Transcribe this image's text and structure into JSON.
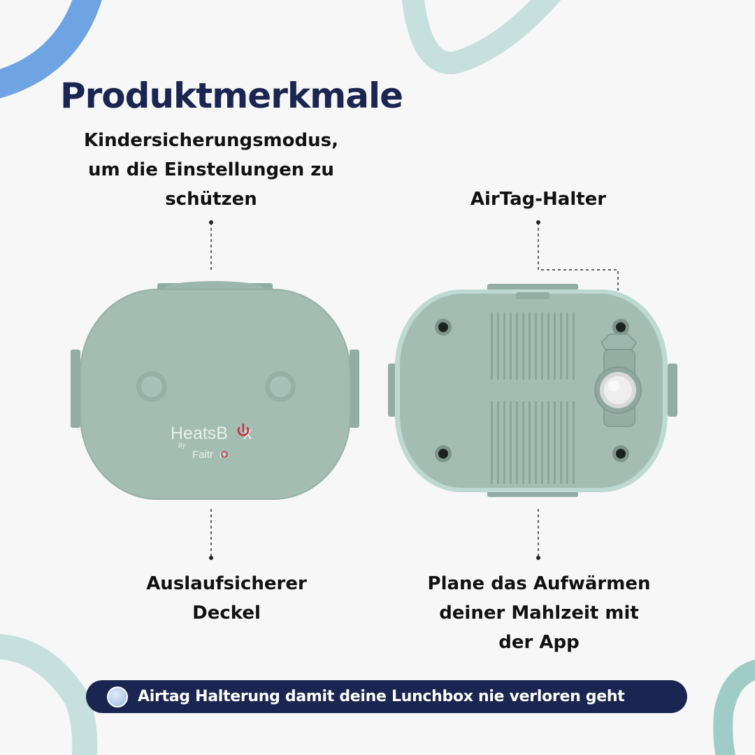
{
  "page": {
    "title": "Produktmerkmale"
  },
  "features": {
    "child_lock": [
      "Kindersicherungsmodus,",
      "um die Einstellungen zu",
      "schützen"
    ],
    "airtag_holder": [
      "AirTag-Halter"
    ],
    "leakproof_lid": [
      "Auslaufsicherer",
      "Deckel"
    ],
    "app_planning": [
      "Plane das Aufwärmen",
      "deiner Mahlzeit mit",
      "der App"
    ]
  },
  "logo": {
    "brand_prefix": "HeatsB",
    "brand_suffix": "x",
    "by": "By",
    "maker_prefix": "Faitr",
    "maker_suffix": "n"
  },
  "banner": {
    "text": "Airtag Halterung damit deine Lunchbox nie verloren geht"
  },
  "colors": {
    "background": "#f7f7f7",
    "title": "#1a2651",
    "banner_bg": "#1a2651",
    "product_green": "#a3bdb3",
    "deco_blue": "#6ea4e3",
    "deco_mint": "#c6e1dd",
    "logo_red": "#c8323c"
  },
  "icons": [
    "power-icon",
    "airtag-disc-icon"
  ]
}
